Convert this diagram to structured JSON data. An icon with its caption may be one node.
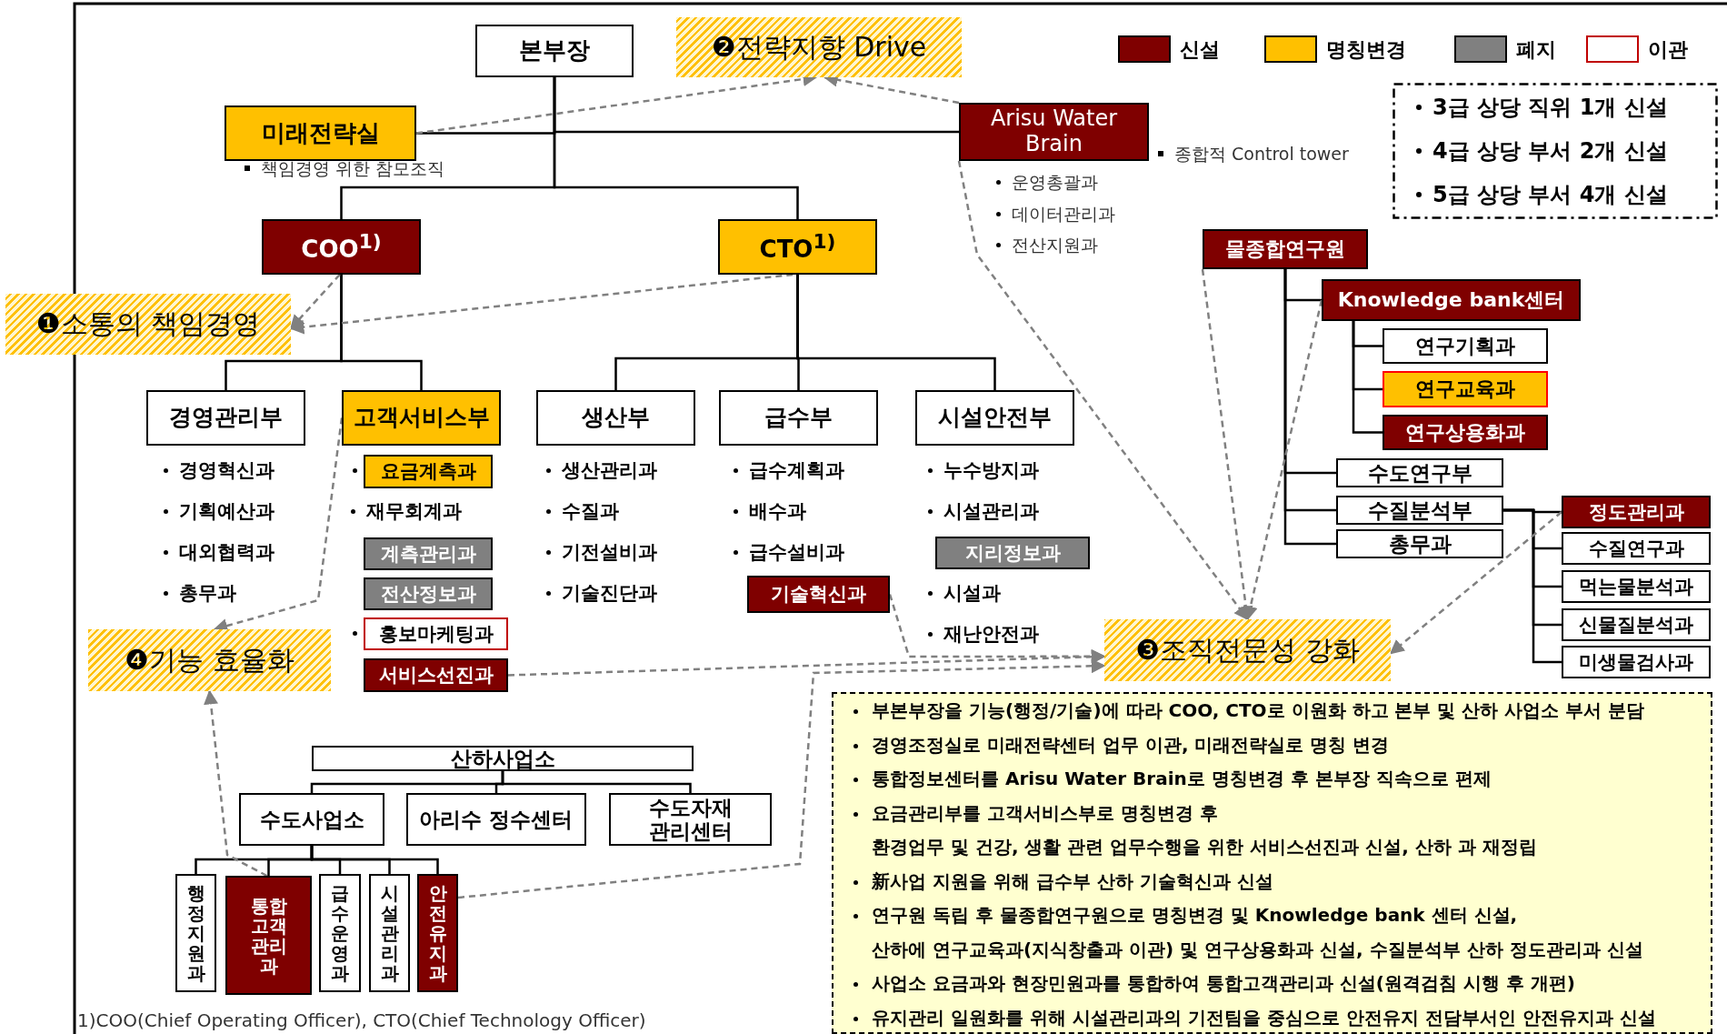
{
  "diagram": {
    "nodes": [
      {
        "text": [
          "본부장"
        ]
      },
      {
        "text": [
          "❷전략지향 Drive"
        ]
      },
      {
        "text": [
          "미래전략실"
        ],
        "beside": [
          "책임경영 위한 참모조직"
        ]
      },
      {
        "text": [
          "Arisu Water Brain"
        ],
        "beside": [
          "종합적 Control tower",
          "운영총괄과",
          "데이터관리과",
          "전산지원과"
        ]
      },
      {
        "text": [
          "3급 상당 직위 1개 신설",
          "4급 상당 부서 2개 신설",
          "5급 상당 부서 4개 신설"
        ]
      },
      {
        "text": [
          "COO$^{1)}$"
        ]
      },
      {
        "text": [
          "CTO$^{1)}$"
        ]
      },
      {
        "text": [
          "물종합연구원"
        ]
      },
      {
        "text": [
          "❶소통의 책임경영"
        ]
      },
      {
        "text": [
          "Knowledge bank센터"
        ]
      },
      {
        "text": [
          "경영관리부"
        ],
        "beside": [
          "경영혁신과",
          "기획예산과",
          "대외협력과",
          "총무과"
        ]
      },
      {
        "text": [
          "고객서비스부"
        ]
      },
      {
        "text": [
          "생산부"
        ],
        "beside": [
          "생산관리과",
          "수질과",
          "기전설비과",
          "기술진단과"
        ]
      },
      {
        "text": [
          "급수부"
        ],
        "beside": [
          "급수계획과",
          "배수과",
          "급수설비과"
        ]
      },
      {
        "text": [
          "시설안전부"
        ],
        "beside": [
          "누수방지과",
          "시설관리과",
          "시설과",
          "재난안전과"
        ]
      },
      {
        "text": [
          "연구기획과"
        ]
      },
      {
        "text": [
          "연구교육과"
        ]
      },
      {
        "text": [
          "연구상용화과"
        ]
      },
      {
        "text": [
          "요금계측과"
        ]
      },
      {
        "text": [
          "수도연구부"
        ]
      },
      {
        "text": [
          "수질분석부"
        ]
      },
      {
        "text": [
          "정도관리과"
        ]
      },
      {
        "text": [
          "총무과"
        ]
      },
      {
        "text": [
          "수질연구과"
        ]
      },
      {
        "text": [
          "계측관리과"
        ]
      },
      {
        "text": [
          "지리정보과"
        ]
      },
      {
        "text": [
          "전산정보과"
        ]
      },
      {
        "text": [
          "먹는물분석과"
        ]
      },
      {
        "text": [
          "기술혁신과"
        ]
      },
      {
        "text": [
          "신물질분석과"
        ]
      },
      {
        "text": [
          "홍보마케팅과"
        ]
      },
      {
        "text": [
          "❸조직전문성 강화"
        ]
      },
      {
        "text": [
          "❹기능 효율화"
        ]
      },
      {
        "text": [
          "서비스선진과"
        ]
      },
      {
        "text": [
          "미생물검사과"
        ]
      },
      {
        "text": [
          "부본부장을 기능(행정/기술)에 따라 COO, CTO로 이원화 하고 본부 및 산하 사업소 부서 분담",
          "경영조정실로 미래전략센터 업무 이관, 미래전략실로 명칭 변경",
          "통합정보센터를 Arisu Water Brain로 명칭변경 후 본부장 직속으로 편제",
          "요금관리부를 고객서비스부로 명칭변경 후",
          "환경업무 및 건강, 생활 관련 업무수행을 위한 서비스선진과 신설, 산하 과 재정립",
          "新사업 지원을 위해 급수부 산하 기술혁신과 신설",
          "연구원 독립 후 물종합연구원으로 명칭변경 및 Knowledge bank 센터 신설,",
          "산하에 연구교육과(지식창출과 이관) 및 연구상용화과 신설, 수질분석부 산하 정도관리과 신설",
          "사업소 요금과와 현장민원과를 통합하여 통합고객관리과 신설(원격검침 시행 후 개편)",
          "유지관리 일원화를 위해 시설관리과의 기전팀을 중심으로 안전유지 전담부서인 안전유지과 신설"
        ]
      },
      {
        "text": [
          "산하사업소"
        ]
      },
      {
        "text": [
          "수도사업소"
        ]
      },
      {
        "text": [
          "아리수 정수센터"
        ]
      },
      {
        "text": [
          "수도자재 관리센터"
        ]
      },
      {
        "text": [
          "행정지원과"
        ]
      },
      {
        "text": [
          "통합고객관리과"
        ]
      },
      {
        "text": [
          "급수운영과"
        ]
      },
      {
        "text": [
          "시설관리과"
        ]
      },
      {
        "text": [
          "안전유지과"
        ]
      }
    ],
    "edges": [
      {
        "from": 0,
        "to": 2,
        "arrow": "none"
      },
      {
        "from": 0,
        "to": 3,
        "arrow": "none"
      },
      {
        "from": 0,
        "to": 5,
        "arrow": "none"
      },
      {
        "from": 0,
        "to": 6,
        "arrow": "none"
      },
      {
        "from": 5,
        "to": 10,
        "arrow": "none"
      },
      {
        "from": 5,
        "to": 11,
        "arrow": "none"
      },
      {
        "from": 6,
        "to": 12,
        "arrow": "none"
      },
      {
        "from": 6,
        "to": 13,
        "arrow": "none"
      },
      {
        "from": 6,
        "to": 14,
        "arrow": "none"
      },
      {
        "from": 7,
        "to": 9,
        "arrow": "none"
      },
      {
        "from": 7,
        "to": 19,
        "arrow": "none"
      },
      {
        "from": 7,
        "to": 20,
        "arrow": "none"
      },
      {
        "from": 7,
        "to": 22,
        "arrow": "none"
      },
      {
        "from": 9,
        "to": 15,
        "arrow": "none"
      },
      {
        "from": 9,
        "to": 16,
        "arrow": "none"
      },
      {
        "from": 9,
        "to": 17,
        "arrow": "none"
      },
      {
        "from": 20,
        "to": 21,
        "arrow": "none"
      },
      {
        "from": 20,
        "to": 23,
        "arrow": "none"
      },
      {
        "from": 20,
        "to": 27,
        "arrow": "none"
      },
      {
        "from": 20,
        "to": 29,
        "arrow": "none"
      },
      {
        "from": 20,
        "to": 34,
        "arrow": "none"
      },
      {
        "from": 36,
        "to": 37,
        "arrow": "none"
      },
      {
        "from": 36,
        "to": 38,
        "arrow": "none"
      },
      {
        "from": 36,
        "to": 39,
        "arrow": "none"
      },
      {
        "from": 37,
        "to": 40,
        "arrow": "none"
      },
      {
        "from": 37,
        "to": 41,
        "arrow": "none"
      },
      {
        "from": 37,
        "to": 42,
        "arrow": "none"
      },
      {
        "from": 37,
        "to": 43,
        "arrow": "none"
      },
      {
        "from": 37,
        "to": 44,
        "arrow": "none"
      },
      {
        "from": 2,
        "to": 1,
        "arrow": "to",
        "style": "dashed",
        "color": "#808080"
      },
      {
        "from": 3,
        "to": 1,
        "arrow": "to",
        "style": "dashed",
        "color": "#808080"
      },
      {
        "from": 3,
        "to": 31,
        "arrow": "to",
        "style": "dashed",
        "color": "#808080"
      },
      {
        "from": 5,
        "to": 8,
        "arrow": "to",
        "style": "dashed",
        "color": "#808080"
      },
      {
        "from": 6,
        "to": 8,
        "arrow": "to",
        "style": "dashed",
        "color": "#808080"
      },
      {
        "from": 7,
        "to": 31,
        "arrow": "to",
        "style": "dashed",
        "color": "#808080"
      },
      {
        "from": 9,
        "to": 31,
        "arrow": "to",
        "style": "dashed",
        "color": "#808080"
      },
      {
        "from": 21,
        "to": 31,
        "arrow": "to",
        "style": "dashed",
        "color": "#808080"
      },
      {
        "from": 28,
        "to": 31,
        "arrow": "to",
        "style": "dashed",
        "color": "#808080"
      },
      {
        "from": 33,
        "to": 31,
        "arrow": "to",
        "style": "dashed",
        "color": "#808080"
      },
      {
        "from": 44,
        "to": 31,
        "arrow": "to",
        "style": "dashed",
        "color": "#808080"
      },
      {
        "from": 11,
        "to": 32,
        "arrow": "to",
        "style": "dashed",
        "color": "#808080"
      },
      {
        "from": 41,
        "to": 32,
        "arrow": "to",
        "style": "dashed",
        "color": "#808080"
      }
    ],
    "labels": [
      "재무회계과",
      "1)COO(Chief Operating Officer), CTO(Chief Technology Officer)"
    ],
    "legend": [
      {
        "text": "신설",
        "color": "#7f0000"
      },
      {
        "text": "명칭변경",
        "color": "#ffc000"
      },
      {
        "text": "폐지",
        "color": "#808080"
      },
      {
        "text": "이관"
      }
    ]
  }
}
